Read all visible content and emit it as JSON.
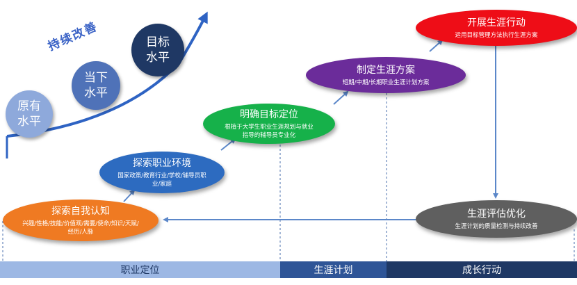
{
  "levels": {
    "original": "原有\n水平",
    "current": "当下\n水平",
    "target": "目标\n水平",
    "improve_label": "持续改善"
  },
  "steps": {
    "explore_self": {
      "title": "探索自我认知",
      "desc": "兴趣/性格/技能/价值观/需要/使命/知识/天赋/经历/人脉"
    },
    "explore_env": {
      "title": "探索职业环境",
      "desc": "国家政策/教育行业/学校/辅导员职业/家庭"
    },
    "clarify_goal": {
      "title": "明确目标定位",
      "desc": "根植于大学生职业生涯规划与就业指导的辅导员专业化"
    },
    "make_plan": {
      "title": "制定生涯方案",
      "desc": "短期/中期/长期职业生涯计划方案"
    },
    "take_action": {
      "title": "开展生涯行动",
      "desc": "运用目标管理方法执行生涯方案"
    },
    "evaluate": {
      "title": "生涯评估优化",
      "desc": "生涯计划的质量检测与持续改善"
    }
  },
  "phases": {
    "career_positioning": "职业定位",
    "career_planning": "生涯计划",
    "growth_action": "成长行动"
  },
  "colors": {
    "orange": "#ef7a22",
    "blue": "#2d6bc0",
    "green": "#16b14a",
    "purple": "#6b2c9a",
    "red": "#ee0d17",
    "gray": "#5f5f5f",
    "circle_light": "#8ea9db",
    "circle_mid": "#4f72b8",
    "circle_dark": "#1f3864",
    "band_light": "#9db8e4",
    "band_mid": "#2f5597",
    "band_dark": "#1f3864",
    "arrow": "#5b87c9"
  }
}
